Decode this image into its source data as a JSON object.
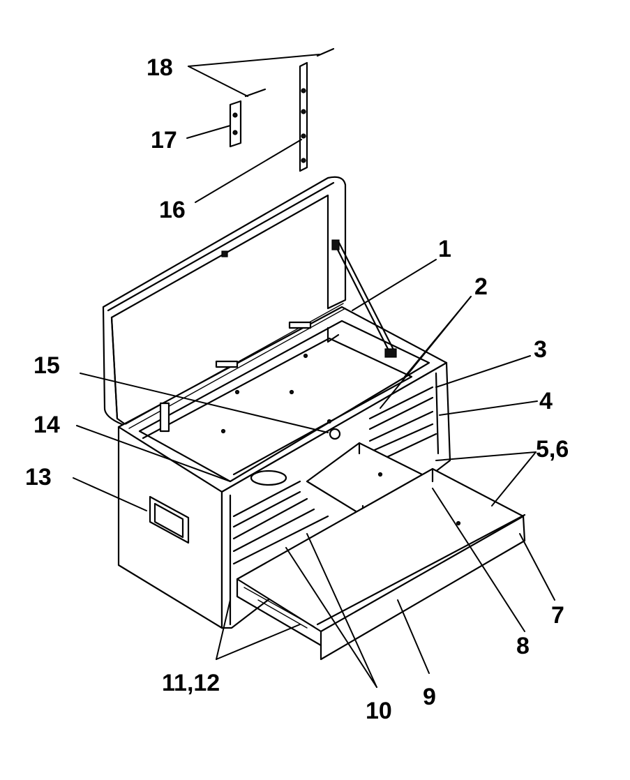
{
  "callouts": [
    {
      "id": "c1",
      "text": "1"
    },
    {
      "id": "c2",
      "text": "2"
    },
    {
      "id": "c3",
      "text": "3"
    },
    {
      "id": "c4",
      "text": "4"
    },
    {
      "id": "c56",
      "text": "5,6"
    },
    {
      "id": "c7",
      "text": "7"
    },
    {
      "id": "c8",
      "text": "8"
    },
    {
      "id": "c9",
      "text": "9"
    },
    {
      "id": "c10",
      "text": "10"
    },
    {
      "id": "c1112",
      "text": "11,12"
    },
    {
      "id": "c13",
      "text": "13"
    },
    {
      "id": "c14",
      "text": "14"
    },
    {
      "id": "c15",
      "text": "15"
    },
    {
      "id": "c16",
      "text": "16"
    },
    {
      "id": "c17",
      "text": "17"
    },
    {
      "id": "c18",
      "text": "18"
    }
  ]
}
